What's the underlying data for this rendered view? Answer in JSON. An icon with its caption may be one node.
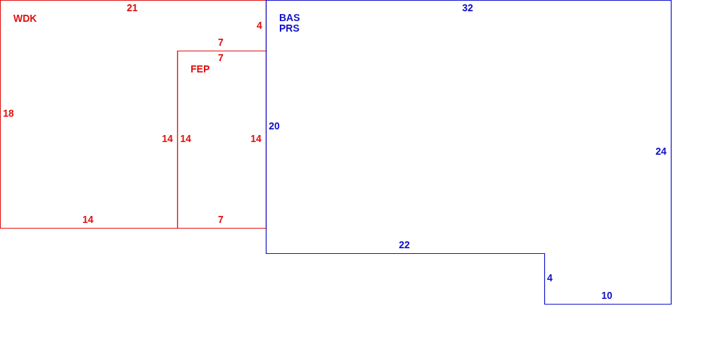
{
  "diagram": {
    "nodes": [
      {
        "text": [
          "WDK",
          "21",
          "4",
          "7",
          "18",
          "14",
          "14"
        ]
      },
      {
        "text": [
          "FEP",
          "7",
          "14",
          "14",
          "7"
        ]
      },
      {
        "text": [
          "BAS",
          "PRS",
          "32",
          "20",
          "24",
          "22",
          "4",
          "10"
        ]
      }
    ],
    "edges": []
  }
}
